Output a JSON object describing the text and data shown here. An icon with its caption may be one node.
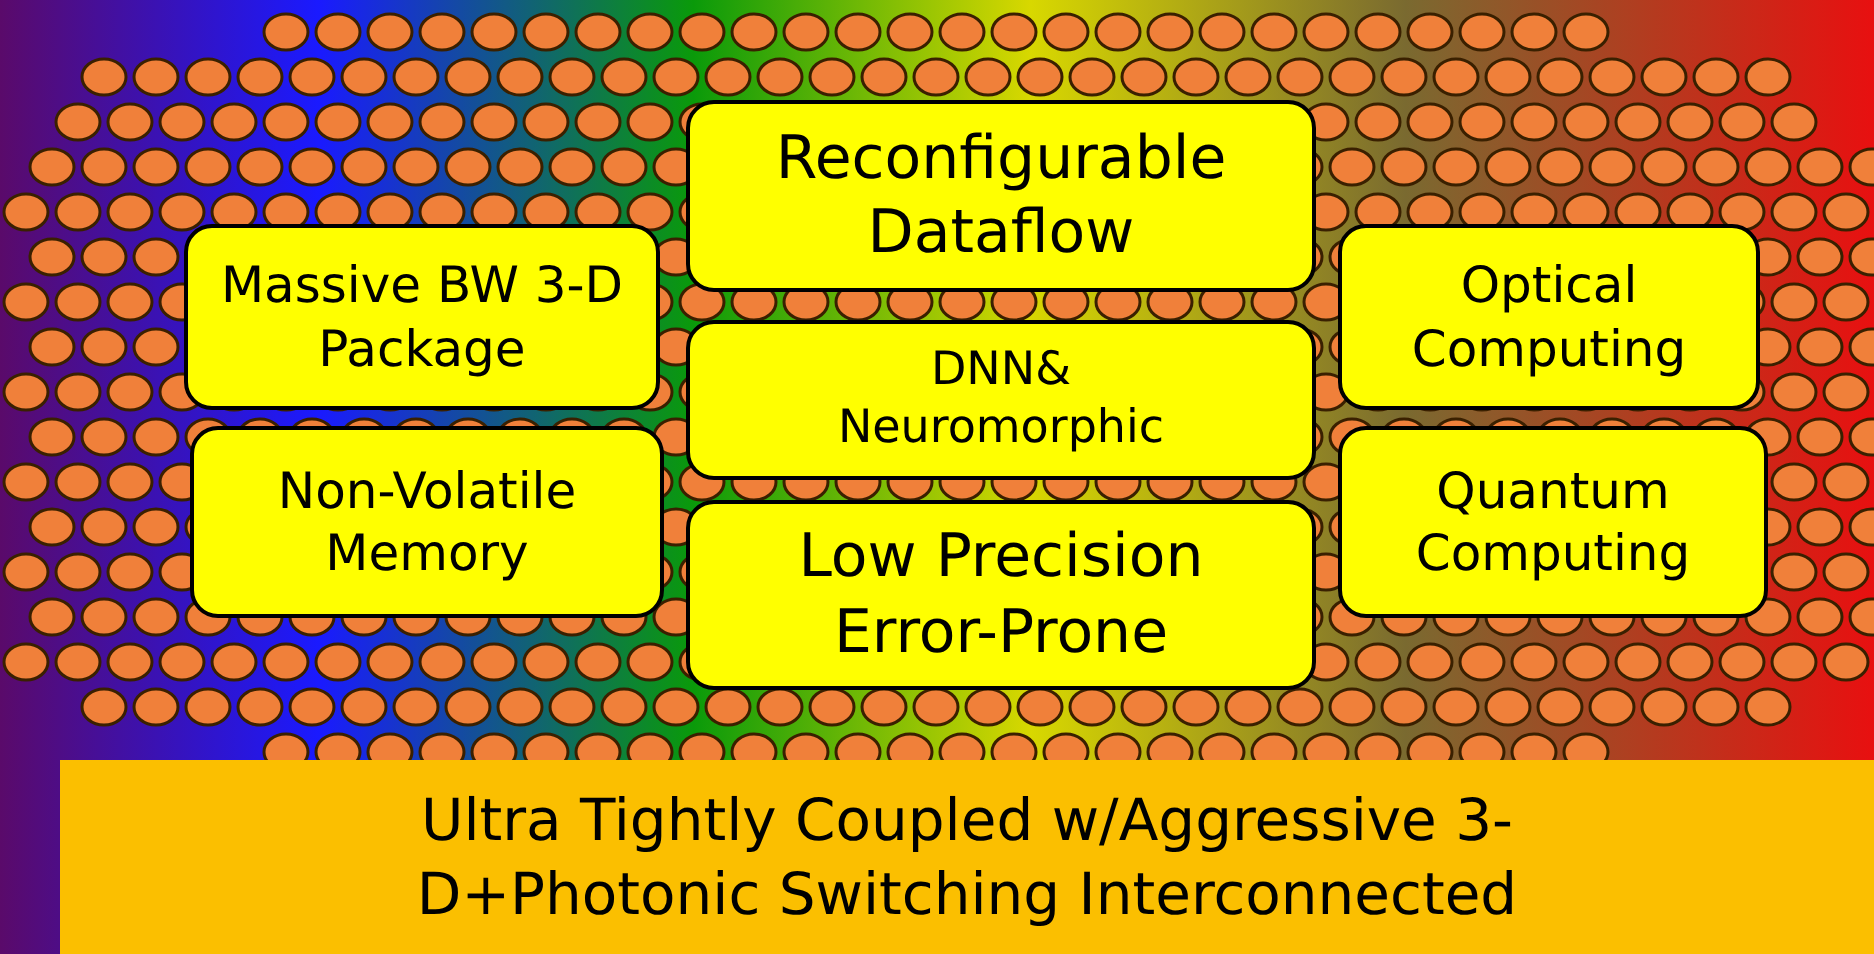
{
  "diagram": {
    "nodes": [
      {
        "text": [
          "Reconfigurable Dataflow"
        ]
      },
      {
        "text": [
          "Massive BW 3-D Package"
        ]
      },
      {
        "text": [
          "Optical Computing"
        ]
      },
      {
        "text": [
          "DNN& Neuromorphic"
        ]
      },
      {
        "text": [
          "Non-Volatile Memory"
        ]
      },
      {
        "text": [
          "Quantum Computing"
        ]
      },
      {
        "text": [
          "Low Precision Error-Prone"
        ]
      },
      {
        "text": [
          "Ultra Tightly Coupled w/Aggressive 3-D+Photonic Switching Interconnected"
        ]
      }
    ]
  }
}
